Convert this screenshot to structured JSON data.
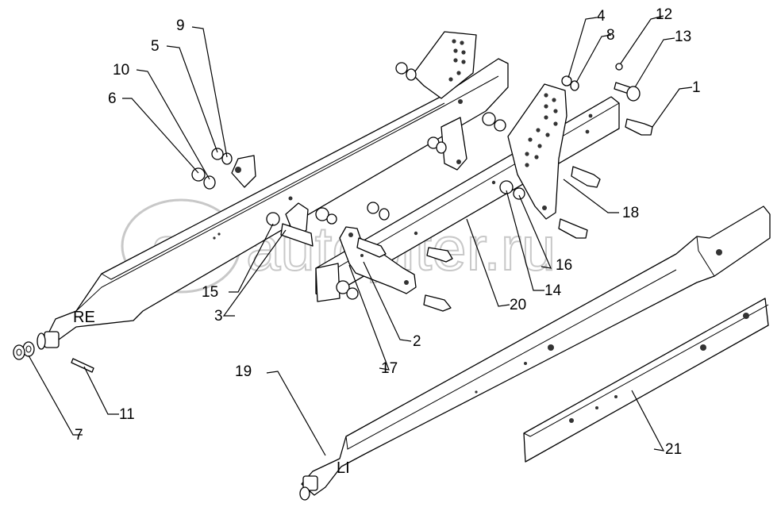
{
  "watermark": {
    "text": "autopiter.ru"
  },
  "side_labels": {
    "right": "RE",
    "left": "LI"
  },
  "callouts": [
    "1",
    "2",
    "3",
    "4",
    "5",
    "6",
    "7",
    "8",
    "9",
    "10",
    "11",
    "12",
    "13",
    "14",
    "15",
    "16",
    "17",
    "18",
    "19",
    "20",
    "21"
  ]
}
